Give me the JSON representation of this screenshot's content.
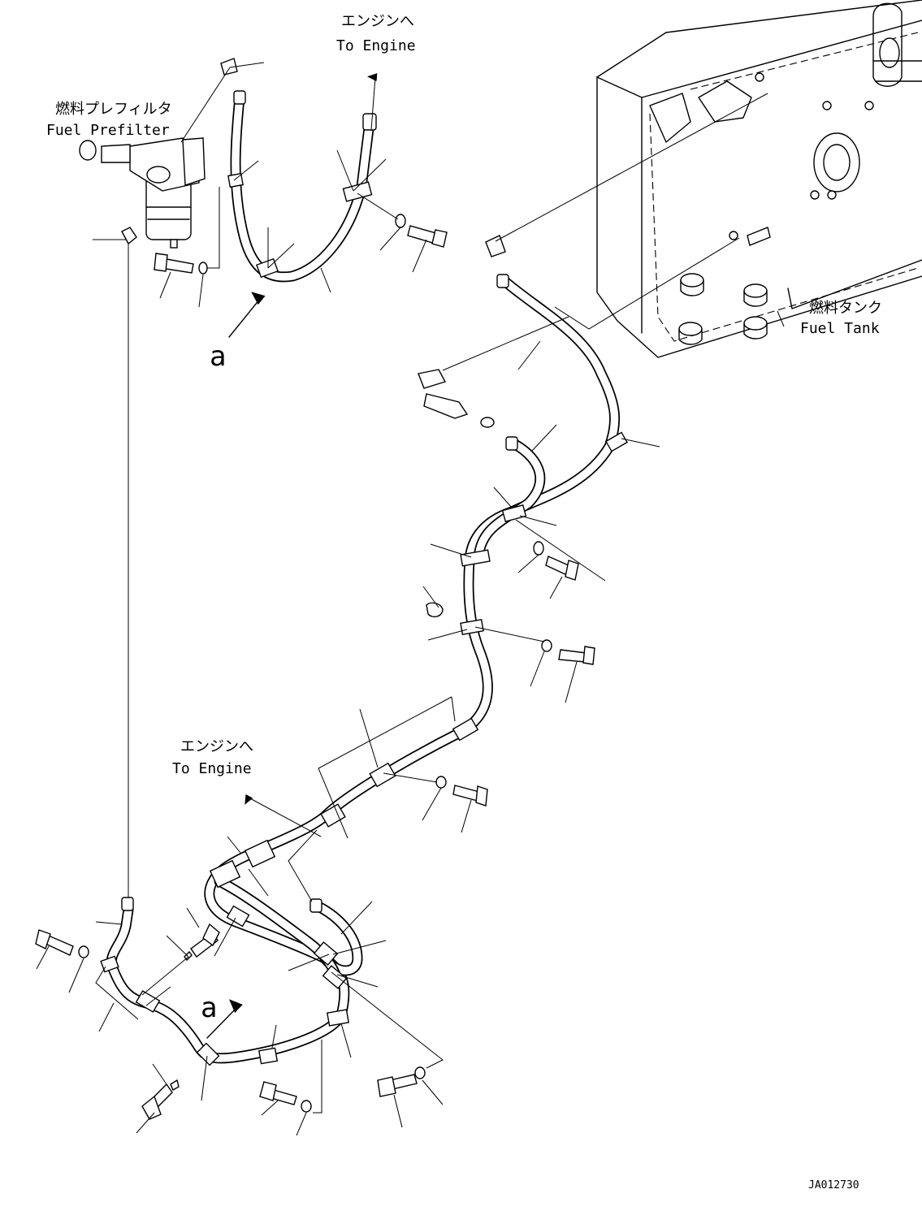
{
  "labels": {
    "fuel_prefilter_jp": "燃料プレフィルタ",
    "fuel_prefilter_en": "Fuel Prefilter",
    "to_engine_top_jp": "エンジンへ",
    "to_engine_top_en": "To Engine",
    "to_engine_mid_jp": "エンジンへ",
    "to_engine_mid_en": "To Engine",
    "fuel_tank_jp": "燃料タンク",
    "fuel_tank_en": "Fuel Tank",
    "view_a_top": "a",
    "view_a_bottom": "a",
    "drawing_number": "JA012730"
  }
}
